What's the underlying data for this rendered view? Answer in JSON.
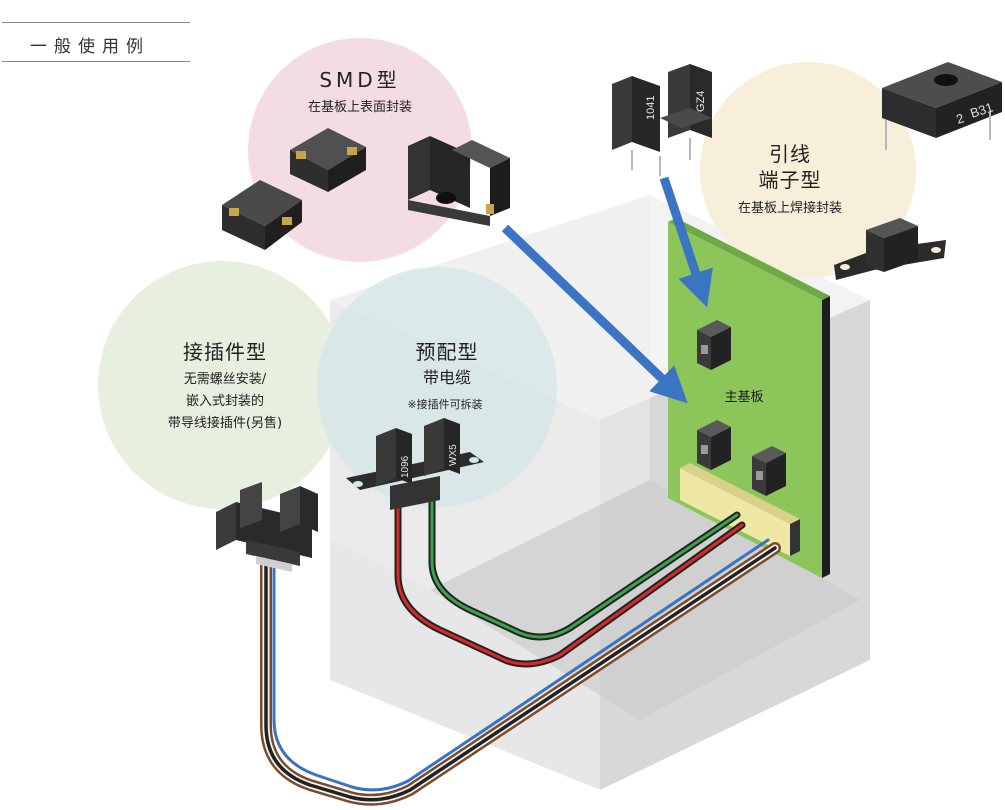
{
  "header": {
    "title": "一般使用例"
  },
  "smd": {
    "title": "SMD型",
    "subtitle": "在基板上表面封装"
  },
  "lead": {
    "title_line1": "引线",
    "title_line2": "端子型",
    "subtitle": "在基板上焊接封装"
  },
  "connector": {
    "title": "接插件型",
    "desc_line1": "无需螺丝安装/",
    "desc_line2": "嵌入式封装的",
    "desc_line3": "带导线接插件(另售)"
  },
  "prewired": {
    "title": "预配型",
    "subtitle": "带电缆",
    "note": "※接插件可拆装"
  },
  "board": {
    "label": "主基板"
  },
  "part_markings": {
    "lead_left": "1041",
    "lead_mid": "GZ4",
    "lead_right_a": "2",
    "lead_right_b": "B31",
    "prewired_left": "1096",
    "prewired_right": "WX5"
  },
  "colors": {
    "smd_bubble": "#f4dde2",
    "lead_bubble": "#f7efd9",
    "connector_bubble": "#e5eedc",
    "prewired_bubble": "#d6e7e9",
    "board_green": "#8cc65a",
    "arrow_blue": "#3a74c2",
    "connector_strip": "#efe7a4",
    "wire_red": "#d62a2a",
    "wire_green": "#3aa34a",
    "wire_blue": "#3a73c4",
    "wire_brown": "#7a4a2a"
  }
}
